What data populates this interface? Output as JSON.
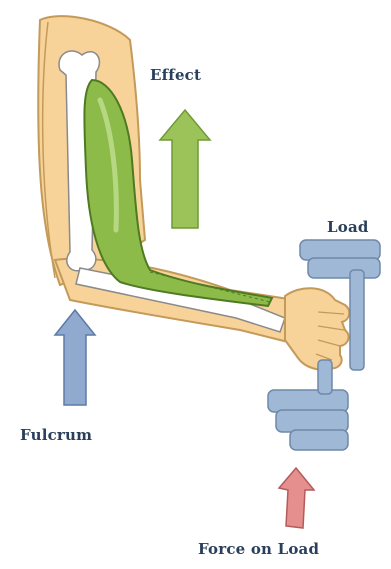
{
  "labels": {
    "effect": "Effect",
    "load": "Load",
    "fulcrum": "Fulcrum",
    "force_on_load": "Force on Load"
  },
  "colors": {
    "skin": "#f7d39a",
    "skin_outline": "#c49a5a",
    "bone": "#ffffff",
    "bone_outline": "#8a8a8a",
    "muscle": "#8dbb4a",
    "muscle_outline": "#4f7a22",
    "effect_arrow": "#9cc35a",
    "fulcrum_arrow": "#8fa9cf",
    "force_arrow": "#e58f8f",
    "dumbbell": "#9fb8d6",
    "label_text": "#2a3f5a"
  },
  "icons": {
    "effect_arrow": "up-arrow-icon",
    "fulcrum_arrow": "up-arrow-icon",
    "force_arrow": "up-arrow-icon",
    "dumbbell": "dumbbell-icon"
  }
}
